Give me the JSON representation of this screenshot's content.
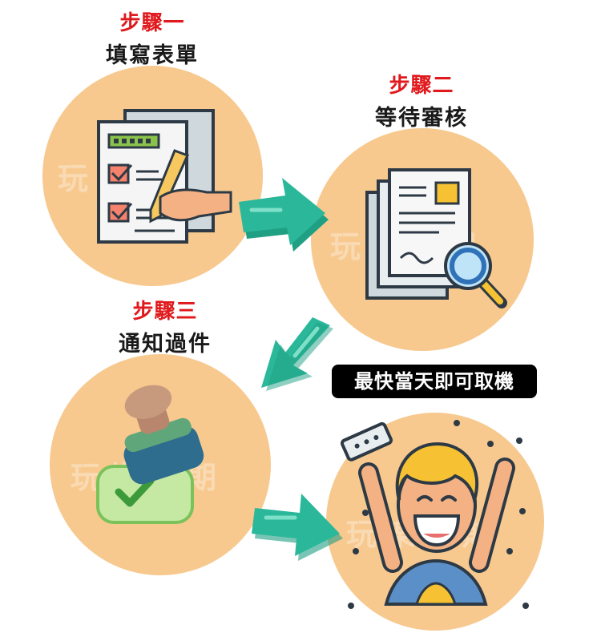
{
  "steps": [
    {
      "number": "步驟一",
      "title": "填寫表單"
    },
    {
      "number": "步驟二",
      "title": "等待審核"
    },
    {
      "number": "步驟三",
      "title": "通知過件"
    }
  ],
  "badge": "最快當天即可取機",
  "watermark": "玩樂分期",
  "colors": {
    "circle": "#f7c98f",
    "arrow": "#2bb89a",
    "step_number": "#e0191d",
    "badge_bg": "#000000"
  },
  "icons": [
    "form-filling-icon",
    "document-review-icon",
    "approval-stamp-icon",
    "happy-person-icon",
    "arrow-icon"
  ]
}
